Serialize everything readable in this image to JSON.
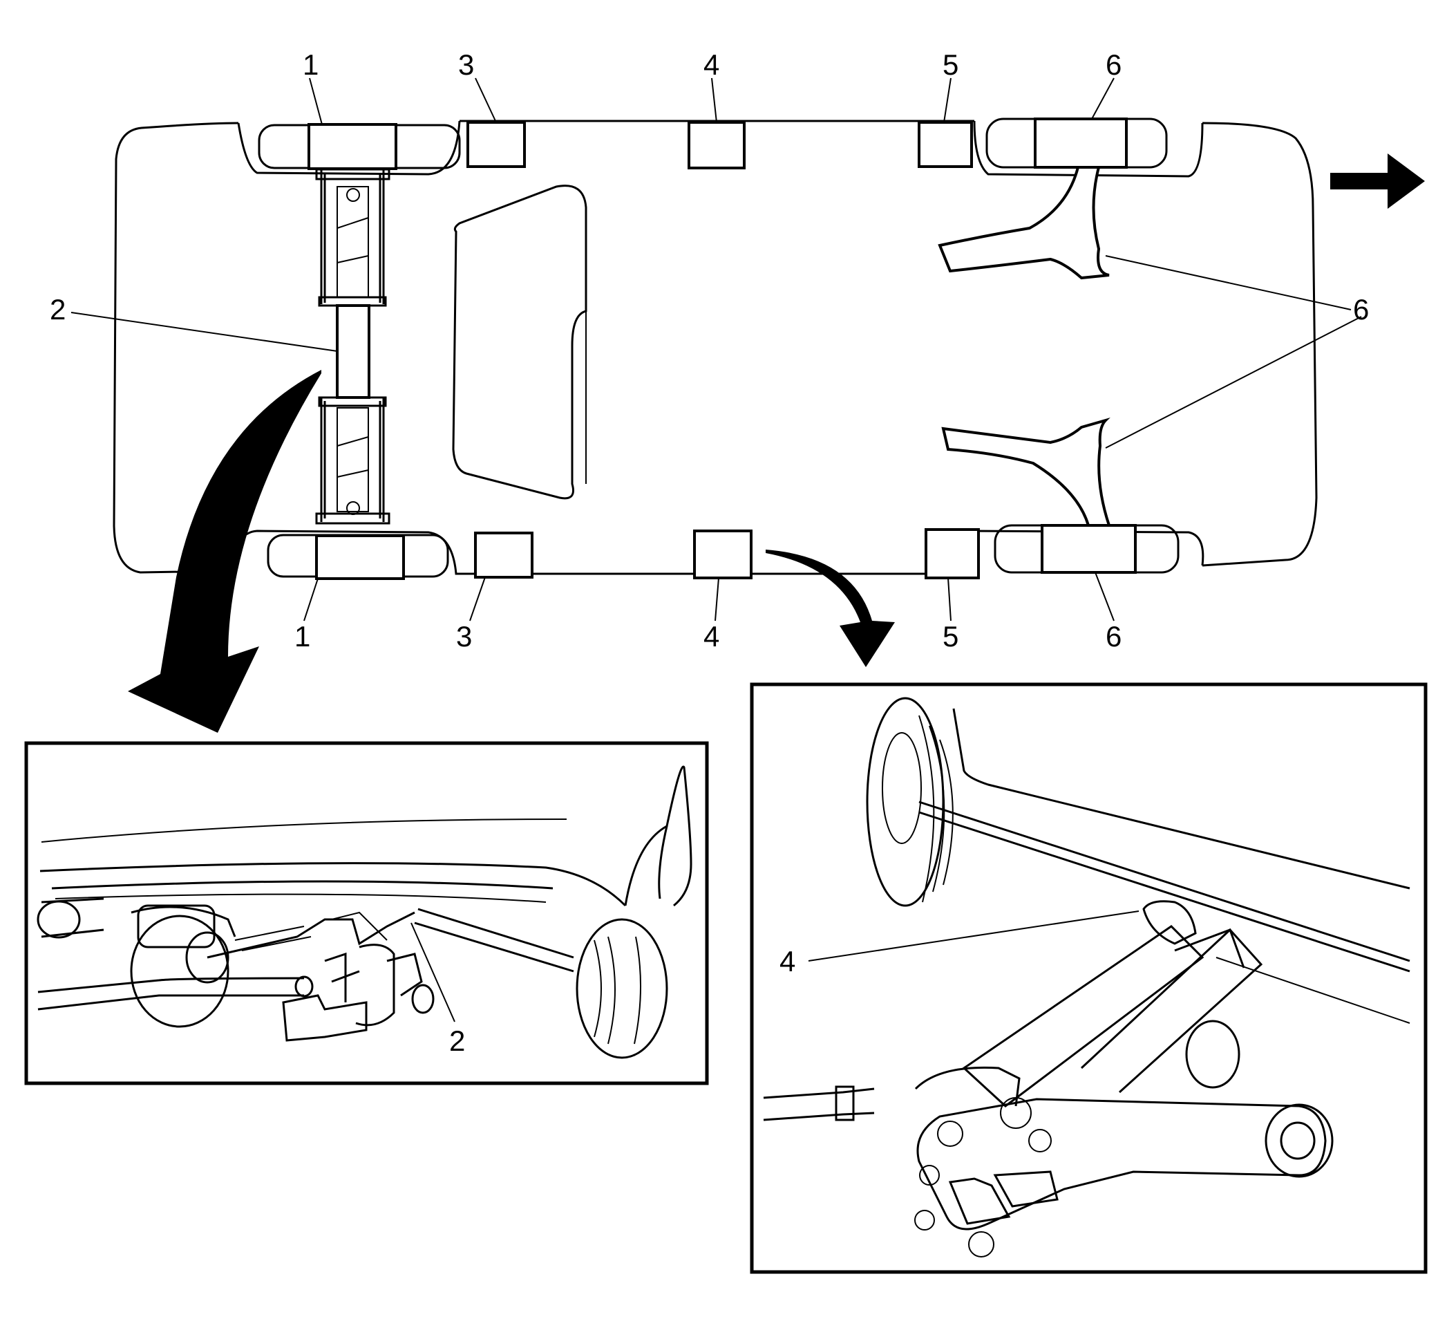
{
  "callouts": {
    "top_1": "1",
    "top_3": "3",
    "top_4": "4",
    "top_5": "5",
    "top_6": "6",
    "side_2": "2",
    "side_6": "6",
    "bottom_1": "1",
    "bottom_3": "3",
    "bottom_4": "4",
    "bottom_5": "5",
    "bottom_6": "6",
    "inset_left_2": "2",
    "inset_right_4": "4"
  },
  "legend_patterns": {
    "1": "diagonal-hatch",
    "2": "speckle",
    "3": "cross-hatch",
    "4": "speckle",
    "5": "cross-hatch",
    "6": "diagonal-hatch"
  },
  "icons": {
    "front_direction": "arrow-right-icon",
    "callout_arrow_left": "curved-arrow-icon",
    "callout_arrow_right": "curved-arrow-icon"
  },
  "colors": {
    "line": "#000000",
    "background": "#ffffff"
  }
}
